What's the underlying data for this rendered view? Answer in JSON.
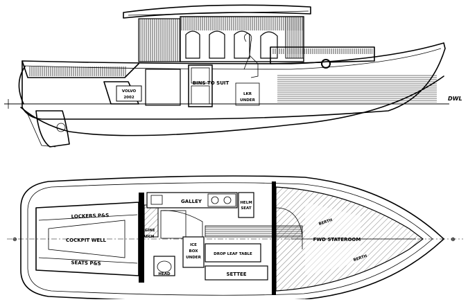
{
  "profile": {
    "engine_label_line1": "VOLVO",
    "engine_label_line2": "2002",
    "bins_label": "BINS TO SUIT",
    "locker_label_line1": "LKR",
    "locker_label_line2": "UNDER",
    "waterline_label": "DWL"
  },
  "plan": {
    "galley_label": "GALLEY",
    "helm_seat_line1": "HELM",
    "helm_seat_line2": "SEAT",
    "lockers_label": "LOCKERS P&S",
    "cockpit_well_label": "COCKPIT WELL",
    "seats_label": "SEATS P&S",
    "engine_hatch_line1": "ENGINE",
    "engine_hatch_line2": "HATCH",
    "icebox_line1": "ICE",
    "icebox_line2": "BOX",
    "icebox_line3": "UNDER",
    "drop_leaf_table_label": "DROP LEAF TABLE",
    "head_label": "HEAD",
    "settee_label": "SETTEE",
    "fwd_stateroom_label": "FWD STATEROOM",
    "berth_upper_label": "BERTH",
    "berth_lower_label": "BERTH"
  }
}
